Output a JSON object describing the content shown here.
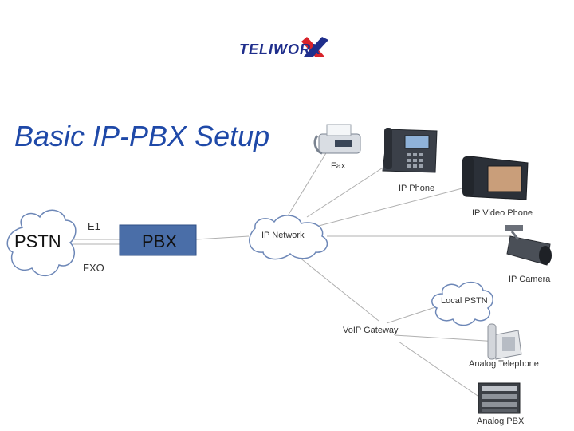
{
  "brand": {
    "logo_text": "TELIWORX"
  },
  "title": "Basic IP-PBX Setup",
  "nodes": {
    "pstn": "PSTN",
    "pbx": "PBX",
    "ip_network": "IP Network",
    "fax": "Fax",
    "ip_phone": "IP Phone",
    "ip_video_phone": "IP Video Phone",
    "ip_camera": "IP Camera",
    "local_pstn": "Local PSTN",
    "voip_gateway": "VoIP Gateway",
    "analog_telephone": "Analog Telephone",
    "analog_pbx": "Analog PBX"
  },
  "links": {
    "e1": "E1",
    "fxo": "FXO"
  },
  "colors": {
    "title": "#1f49a8",
    "pbx_box": "#4a6ea8",
    "line": "#b0b0b0",
    "logo_red": "#d8232a",
    "logo_blue": "#1f2e8c"
  }
}
